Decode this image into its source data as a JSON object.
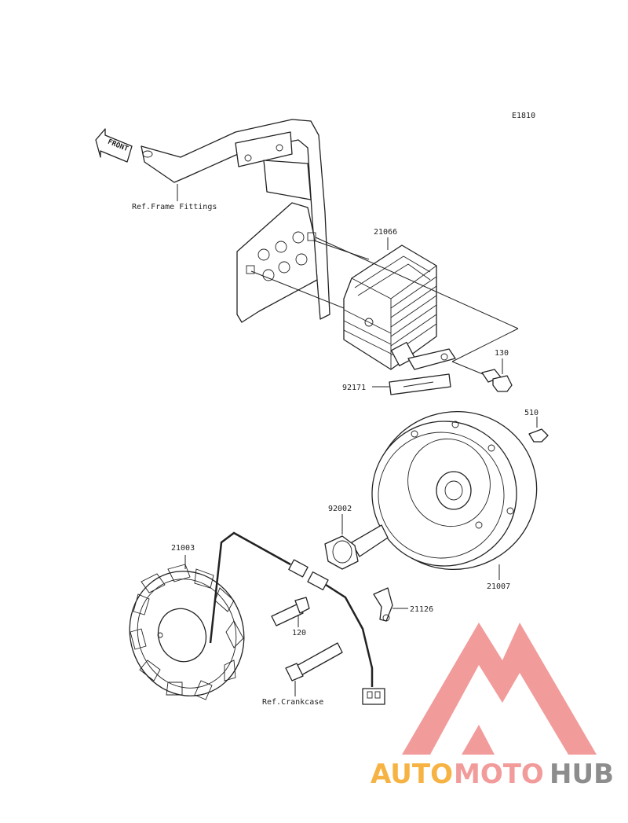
{
  "diagram": {
    "code": "E1810",
    "direction": "FRONT",
    "parts": [
      {
        "id": "ref-frame",
        "label": "Ref.Frame Fittings"
      },
      {
        "id": "21066",
        "label": "21066"
      },
      {
        "id": "130",
        "label": "130"
      },
      {
        "id": "92171",
        "label": "92171"
      },
      {
        "id": "510",
        "label": "510"
      },
      {
        "id": "92002",
        "label": "92002"
      },
      {
        "id": "21007",
        "label": "21007"
      },
      {
        "id": "21003",
        "label": "21003"
      },
      {
        "id": "21126",
        "label": "21126"
      },
      {
        "id": "120",
        "label": "120"
      },
      {
        "id": "ref-crankcase",
        "label": "Ref.Crankcase"
      }
    ]
  },
  "watermark": {
    "part1": "AUTO",
    "part2": "MOTO",
    "part3": "HUB",
    "colors": {
      "accent": "#f08a8a",
      "orange": "#f5a623",
      "gray": "#7a7a7a"
    }
  }
}
